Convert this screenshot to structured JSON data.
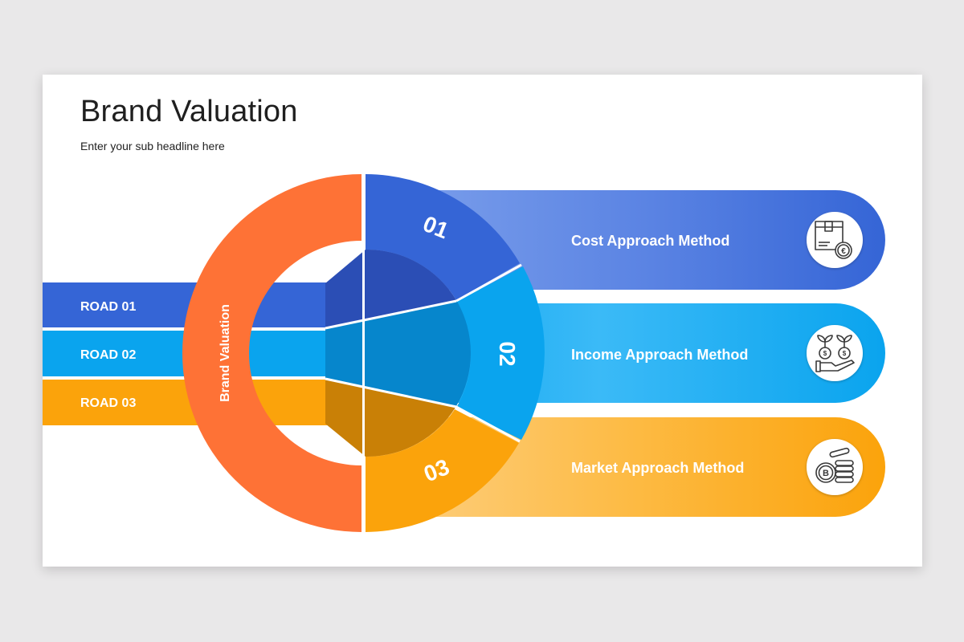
{
  "title": "Brand Valuation",
  "subtitle": "Enter your sub headline here",
  "center_label": "Brand Valuation",
  "roads": [
    {
      "label": "ROAD 01",
      "color": "#3565d6"
    },
    {
      "label": "ROAD 02",
      "color": "#0aa4ee"
    },
    {
      "label": "ROAD 03",
      "color": "#fba30b"
    }
  ],
  "methods": [
    {
      "number": "01",
      "label": "Cost Approach Method",
      "icon": "box-euro-coin-icon",
      "color": "#3565d6"
    },
    {
      "number": "02",
      "label": "Income Approach Method",
      "icon": "hand-money-plants-icon",
      "color": "#0aa4ee"
    },
    {
      "number": "03",
      "label": "Market Approach Method",
      "icon": "bitcoin-coins-icon",
      "color": "#fba30b"
    }
  ],
  "colors": {
    "ring": "#fe7236",
    "blue": "#3565d6",
    "light_blue": "#0aa4ee",
    "orange": "#fba30b"
  }
}
